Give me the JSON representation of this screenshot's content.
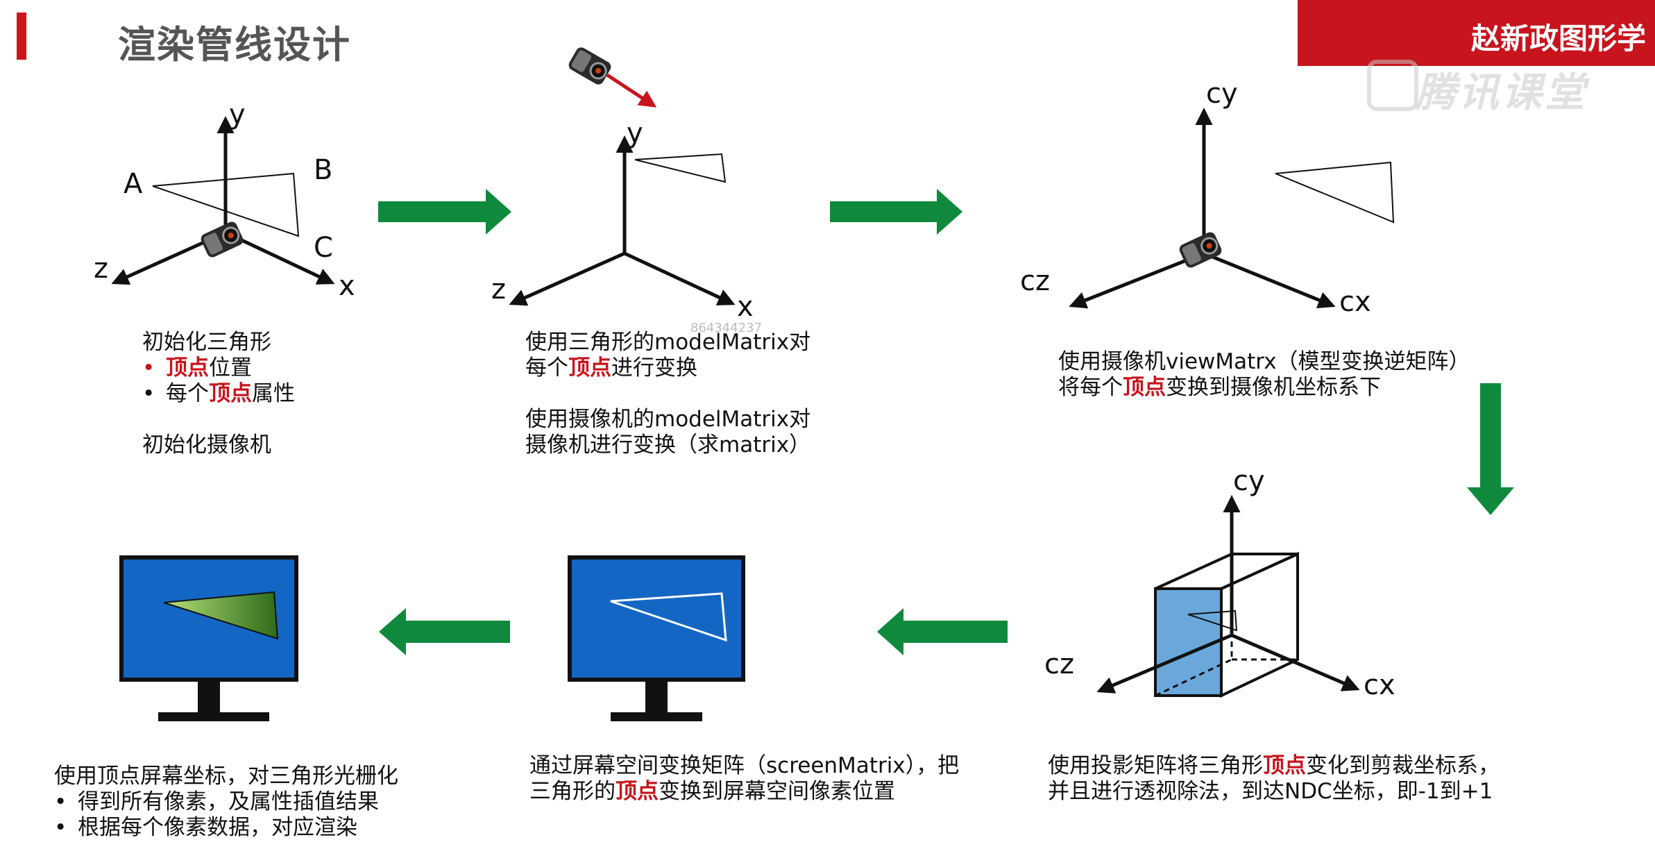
{
  "header": {
    "title": "渲染管线设计",
    "brand": "赵新政图形学",
    "watermark": "腾讯课堂",
    "id_stamp": "864344237"
  },
  "stage1": {
    "axis_labels": {
      "y": "y",
      "z": "z",
      "x": "x"
    },
    "vertex_labels": {
      "a": "A",
      "b": "B",
      "c": "C"
    },
    "line1": "初始化三角形",
    "bullet1_pre": "",
    "bullet1_red": "顶点",
    "bullet1_post": "位置",
    "bullet2_pre": "每个",
    "bullet2_red": "顶点",
    "bullet2_post": "属性",
    "line4": "初始化摄像机"
  },
  "stage2": {
    "axis_labels": {
      "y": "y",
      "z": "z",
      "x": "x"
    },
    "line1": "使用三角形的modelMatrix对",
    "line2_pre": "每个",
    "line2_red": "顶点",
    "line2_post": "进行变换",
    "line3": "使用摄像机的modelMatrix对",
    "line4": "摄像机进行变换（求matrix）"
  },
  "stage3": {
    "axis_labels": {
      "y": "cy",
      "z": "cz",
      "x": "cx"
    },
    "line1": "使用摄像机viewMatrx（模型变换逆矩阵）",
    "line2_pre": "将每个",
    "line2_red": "顶点",
    "line2_post": "变换到摄像机坐标系下"
  },
  "stage4": {
    "axis_labels": {
      "y": "cy",
      "z": "cz",
      "x": "cx"
    },
    "line1_pre": "使用投影矩阵将三角形",
    "line1_red": "顶点",
    "line1_post": "变化到剪裁坐标系，",
    "line2": "并且进行透视除法，到达NDC坐标，即-1到+1"
  },
  "stage5": {
    "line1": "通过屏幕空间变换矩阵（screenMatrix），把",
    "line2_pre": "三角形的",
    "line2_red": "顶点",
    "line2_post": "变换到屏幕空间像素位置"
  },
  "stage6": {
    "line1": "使用顶点屏幕坐标，对三角形光栅化",
    "bullet1": "得到所有像素，及属性插值结果",
    "bullet2": "根据每个像素数据，对应渲染"
  },
  "colors": {
    "accent_red": "#c8141c",
    "arrow_green": "#0f8a3c",
    "screen_blue": "#1466c4",
    "clip_face_blue": "#6aa8dc",
    "raster_green_light": "#b4e07a",
    "raster_green_dark": "#2f6b1a"
  },
  "icons": {
    "camera": "camera-icon",
    "monitor": "monitor-icon",
    "arrow": "green-arrow"
  }
}
